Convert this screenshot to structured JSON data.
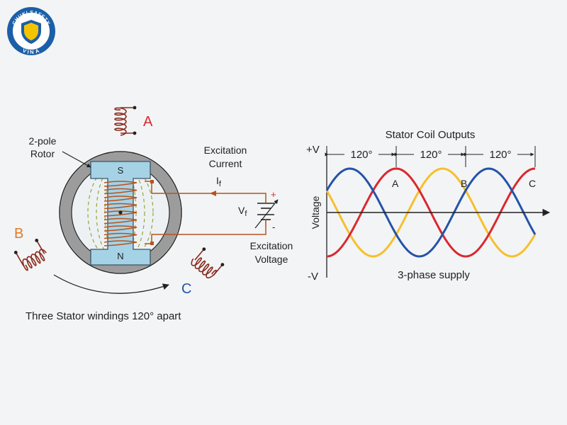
{
  "logo": {
    "text_top": "CHUKI SAFETY",
    "text_bottom": "VINA",
    "primary_color": "#1b5fa8",
    "accent_color": "#f5c400"
  },
  "generator": {
    "rotor_label_line1": "2-pole",
    "rotor_label_line2": "Rotor",
    "pole_north": "N",
    "pole_south": "S",
    "winding_a": "A",
    "winding_b": "B",
    "winding_c": "C",
    "excitation_current_line1": "Excitation",
    "excitation_current_line2": "Current",
    "current_symbol": "I",
    "current_subscript": "f",
    "voltage_symbol": "V",
    "voltage_subscript": "f",
    "plus": "+",
    "minus": "-",
    "excitation_voltage_line1": "Excitation",
    "excitation_voltage_line2": "Voltage",
    "caption": "Three Stator windings 120° apart"
  },
  "waveform": {
    "title": "Stator Coil Outputs",
    "y_top": "+V",
    "y_bottom": "-V",
    "y_axis_label": "Voltage",
    "x_label": "3-phase supply",
    "spacing_labels": [
      "120°",
      "120°",
      "120°"
    ],
    "phase_labels": [
      "A",
      "B",
      "C"
    ],
    "phase_colors": {
      "A": "#d9282f",
      "B": "#f5c02c",
      "C": "#2453a8"
    },
    "winding_colors": {
      "A": "#d9282f",
      "B": "#e07b26",
      "C": "#2453a8"
    }
  }
}
